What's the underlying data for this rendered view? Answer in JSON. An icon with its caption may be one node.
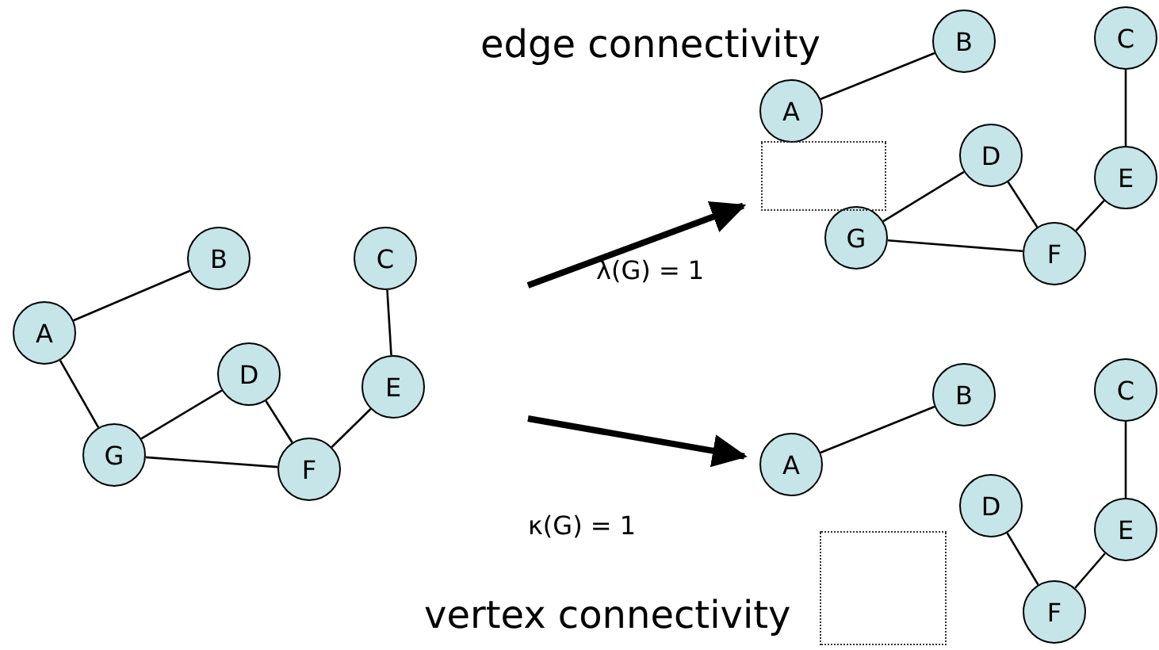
{
  "diagram": {
    "nodes": [
      {
        "text": [
          "A"
        ]
      },
      {
        "text": [
          "B"
        ]
      },
      {
        "text": [
          "C"
        ]
      },
      {
        "text": [
          "D"
        ]
      },
      {
        "text": [
          "E"
        ]
      },
      {
        "text": [
          "F"
        ]
      },
      {
        "text": [
          "G"
        ]
      },
      {
        "text": [
          "A"
        ]
      },
      {
        "text": [
          "B"
        ]
      },
      {
        "text": [
          "C"
        ]
      },
      {
        "text": [
          "D"
        ]
      },
      {
        "text": [
          "E"
        ]
      },
      {
        "text": [
          "F"
        ]
      },
      {
        "text": [
          "G"
        ]
      },
      {
        "text": [],
        "shape": "box"
      },
      {
        "text": [
          "A"
        ]
      },
      {
        "text": [
          "B"
        ]
      },
      {
        "text": [
          "C"
        ]
      },
      {
        "text": [
          "D"
        ]
      },
      {
        "text": [
          "E"
        ]
      },
      {
        "text": [
          "F"
        ]
      },
      {
        "text": [],
        "shape": "box"
      }
    ],
    "edges": [
      {
        "from": 0,
        "to": 1,
        "arrow": "none"
      },
      {
        "from": 0,
        "to": 6,
        "arrow": "none"
      },
      {
        "from": 6,
        "to": 3,
        "arrow": "none"
      },
      {
        "from": 6,
        "to": 5,
        "arrow": "none"
      },
      {
        "from": 3,
        "to": 5,
        "arrow": "none"
      },
      {
        "from": 5,
        "to": 4,
        "arrow": "none"
      },
      {
        "from": 4,
        "to": 2,
        "arrow": "none"
      },
      {
        "from": 7,
        "to": 8,
        "arrow": "none"
      },
      {
        "from": 13,
        "to": 10,
        "arrow": "none"
      },
      {
        "from": 13,
        "to": 12,
        "arrow": "none"
      },
      {
        "from": 10,
        "to": 12,
        "arrow": "none"
      },
      {
        "from": 12,
        "to": 11,
        "arrow": "none"
      },
      {
        "from": 11,
        "to": 9,
        "arrow": "none"
      },
      {
        "from": 15,
        "to": 16,
        "arrow": "none"
      },
      {
        "from": 18,
        "to": 20,
        "arrow": "none"
      },
      {
        "from": 20,
        "to": 19,
        "arrow": "none"
      },
      {
        "from": 19,
        "to": 17,
        "arrow": "none"
      },
      {
        "from": null,
        "to": 14,
        "arrow": "to",
        "style": "thick"
      },
      {
        "from": null,
        "to": 15,
        "arrow": "to",
        "style": "thick"
      }
    ],
    "labels": [
      "edge connectivity",
      "λ(G) = 1",
      "κ(G) = 1",
      "vertex connectivity"
    ]
  }
}
